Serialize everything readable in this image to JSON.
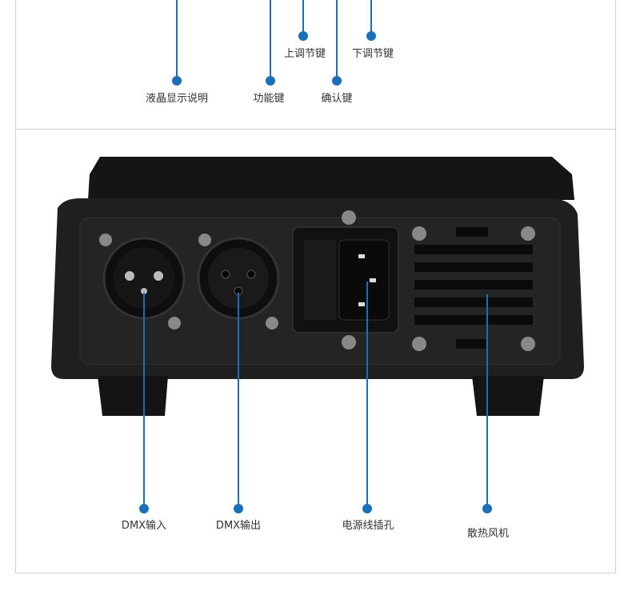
{
  "top_labels": {
    "lcd": "液晶显示说明",
    "function_key": "功能键",
    "confirm_key": "确认键",
    "up_key": "上调节键",
    "down_key": "下调节键"
  },
  "bottom_labels": {
    "dmx_in": "DMX输入",
    "dmx_out": "DMX输出",
    "power_socket": "电源线插孔",
    "cooling_fan": "散热风机"
  },
  "colors": {
    "accent": "#1a6fb8",
    "device_body": "#1c1c1c",
    "border": "#cfcfcf"
  }
}
